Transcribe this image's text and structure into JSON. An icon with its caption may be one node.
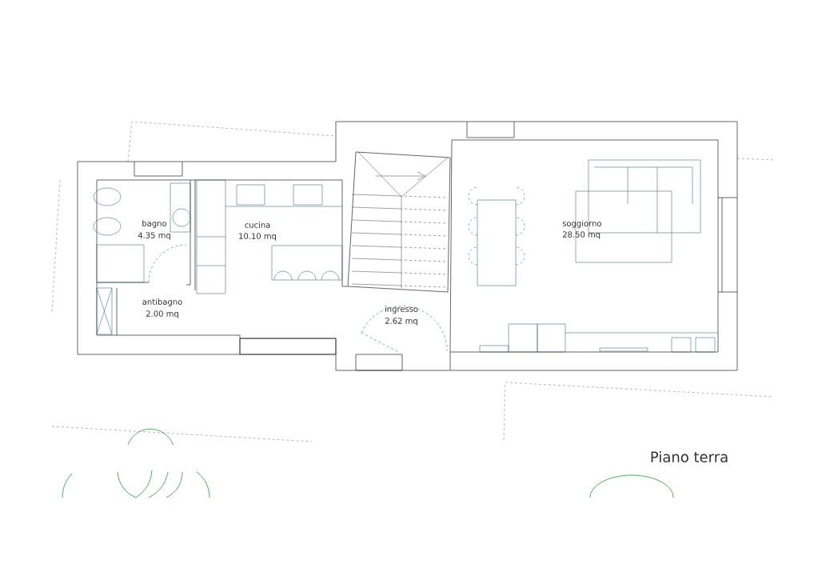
{
  "diagram": {
    "labels": [
      "bagno",
      "4.35 mq",
      "cucina",
      "10.10 mq",
      "soggiorno",
      "28.50 mq",
      "antibagno",
      "2.00 mq",
      "ingresso",
      "2.62 mq",
      "Piano terra"
    ]
  }
}
